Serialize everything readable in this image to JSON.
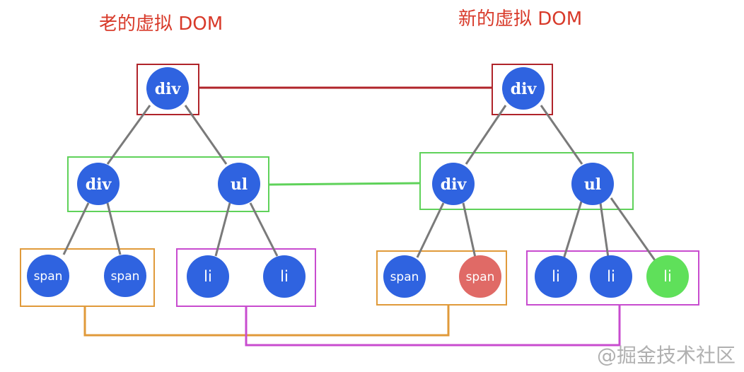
{
  "titles": {
    "old": "老的虚拟 DOM",
    "new": "新的虚拟 DOM"
  },
  "watermark": "@掘金技术社区",
  "colors": {
    "node_blue": "#2f63e0",
    "node_changed": "#e06a66",
    "node_added": "#5fe05a",
    "edge_gray": "#7a7a7a",
    "level1_box": "#b0242a",
    "level2_box": "#5fd25a",
    "level3_left_box": "#e09a3a",
    "level3_right_box": "#c84ccf"
  },
  "old_tree": {
    "root": "div",
    "level2": [
      "div",
      "ul"
    ],
    "level3_left": [
      "span",
      "span"
    ],
    "level3_right": [
      "li",
      "li"
    ]
  },
  "new_tree": {
    "root": "div",
    "level2": [
      "div",
      "ul"
    ],
    "level3_left": [
      "span",
      "span"
    ],
    "level3_right": [
      "li",
      "li",
      "li"
    ]
  }
}
